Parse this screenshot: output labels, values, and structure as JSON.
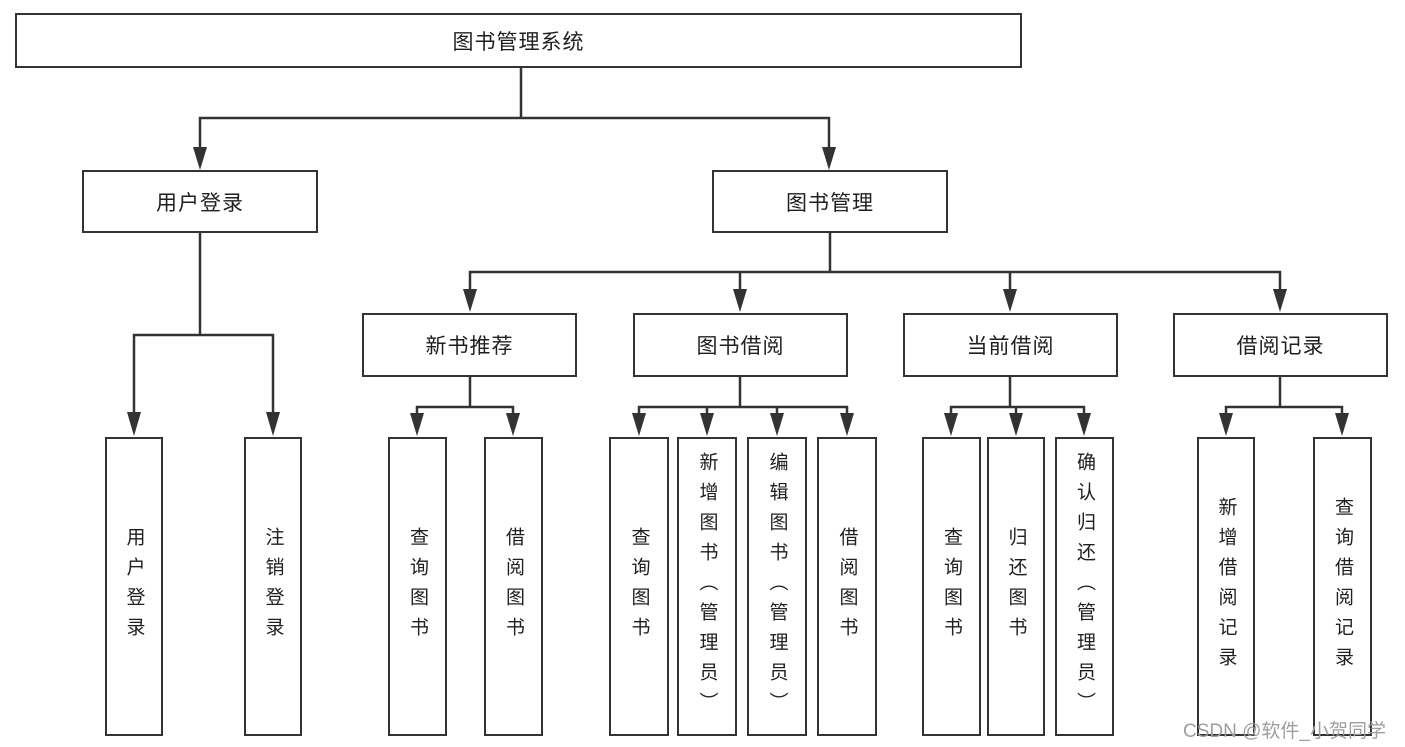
{
  "diagram": {
    "type": "tree",
    "root": {
      "label": "图书管理系统",
      "children": [
        {
          "label": "用户登录",
          "children": [
            {
              "label": "用户登录"
            },
            {
              "label": "注销登录"
            }
          ]
        },
        {
          "label": "图书管理",
          "children": [
            {
              "label": "新书推荐",
              "children": [
                {
                  "label": "查询图书"
                },
                {
                  "label": "借阅图书"
                }
              ]
            },
            {
              "label": "图书借阅",
              "children": [
                {
                  "label": "查询图书"
                },
                {
                  "label": "新增图书（管理员）"
                },
                {
                  "label": "编辑图书（管理员）"
                },
                {
                  "label": "借阅图书"
                }
              ]
            },
            {
              "label": "当前借阅",
              "children": [
                {
                  "label": "查询图书"
                },
                {
                  "label": "归还图书"
                },
                {
                  "label": "确认归还（管理员）"
                }
              ]
            },
            {
              "label": "借阅记录",
              "children": [
                {
                  "label": "新增借阅记录"
                },
                {
                  "label": "查询借阅记录"
                }
              ]
            }
          ]
        }
      ]
    },
    "watermark": "CSDN @软件_小贺同学",
    "colors": {
      "line": "#333333",
      "box_border": "#333333",
      "text": "#1f1f1f",
      "watermark": "#9e9e9e",
      "background": "#ffffff"
    }
  }
}
